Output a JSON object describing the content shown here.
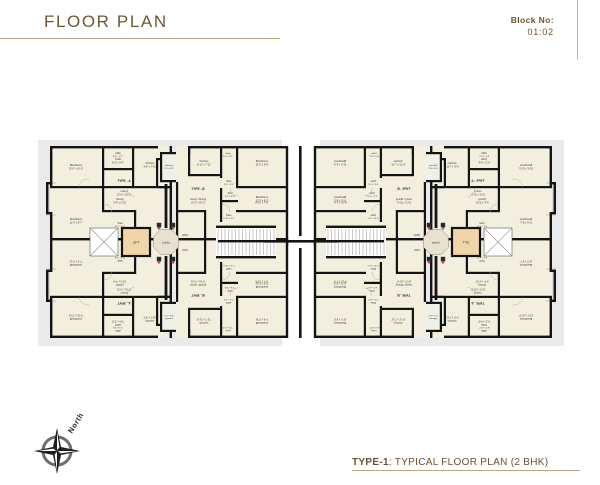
{
  "header": {
    "title": "FLOOR PLAN",
    "block_label": "Block No:",
    "block_value": "01:02"
  },
  "footer": {
    "type_prefix": "TYPE-1",
    "caption": ": TYPICAL FLOOR PLAN (2 BHK)",
    "north_label": "North",
    "compass_icon": "compass-rose-icon"
  },
  "colors": {
    "accent": "#6b5131",
    "rule": "#b9a77f",
    "room_fill": "#f3efdf",
    "wall": "#141414",
    "lift_fill": "#f0d5a8",
    "lobby_fill": "#e8e0d0",
    "balcony_fill": "#eef1e6",
    "stair_fill": "#ffffff",
    "shadow": "#d9d9d9"
  },
  "plan": {
    "type_tags": [
      "TYPE - A",
      "TYPE - B"
    ],
    "core": {
      "lobby_label": "Lobby",
      "lift_label": "LIFT",
      "up_label": "(UP)",
      "down_label": "(DN)",
      "duct_label": "",
      "shaft_icon": "cross-hatch-shaft-icon",
      "stair_icon": "stair-treads-icon",
      "door_icon": "door-swing-icon"
    },
    "rooms": {
      "bed_large": {
        "name": "Bed Room",
        "dim": "11'-0\" x 8'-7\""
      },
      "bed_small": {
        "name": "Bed Room",
        "dim": "10'-0\" x 10'-0\""
      },
      "bed_b1": {
        "name": "Bed Room",
        "dim": "11'-0\" x 9'-3\""
      },
      "bed_b1_alt": {
        "name": "",
        "dim": "8'-10\" x 7'-0\""
      },
      "bed_b2": {
        "name": "Bed Room",
        "dim": "10'-0\" x 9'-0\""
      },
      "living_a": {
        "name": "Living",
        "dim": "13'-0\" x 10'-0\""
      },
      "living_b": {
        "name": "Living / Dining",
        "dim": "10'-2\" x 10'-0\""
      },
      "dining": {
        "name": "Dining",
        "dim": "6'-4\" x 5'-10\""
      },
      "kitchen_a": {
        "name": "Kitchen",
        "dim": "9'-6\" x 7'-11\""
      },
      "kitchen_b": {
        "name": "Kitchen",
        "dim": "8'-11\" x 7'-11\""
      },
      "toilet": {
        "name": "Toilet",
        "dim": "8'-2\" x 4'-0\""
      },
      "toilet_s": {
        "name": "Toilet",
        "dim": "6'-2\" x 4'-0\""
      },
      "utility": {
        "name": "Utility",
        "dim": "8'-0\" x 3'-2\""
      },
      "balcony": {
        "name": "Balcony",
        "dim": "5'-0\" x 4'-0\""
      },
      "pass": {
        "name": "Pass.",
        "dim": "3'-0\" x 3'-0\""
      },
      "pass_long": {
        "name": "Pass.",
        "dim": "3'-10\" x 4'-1\""
      }
    }
  }
}
